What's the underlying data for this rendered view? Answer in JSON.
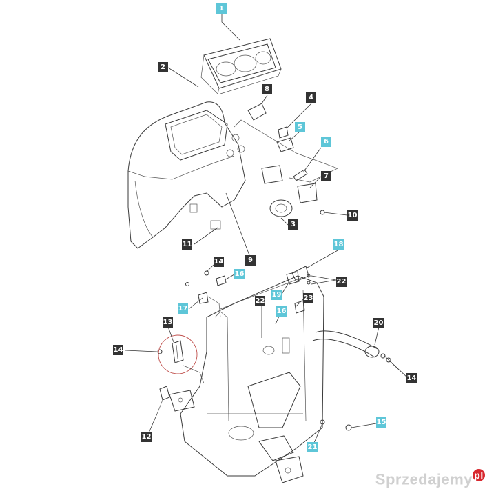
{
  "callouts": [
    {
      "id": "c1",
      "text": "1",
      "style": "cyan"
    },
    {
      "id": "c2",
      "text": "2",
      "style": "dark"
    },
    {
      "id": "c8",
      "text": "8",
      "style": "dark"
    },
    {
      "id": "c4",
      "text": "4",
      "style": "dark"
    },
    {
      "id": "c5",
      "text": "5",
      "style": "cyan"
    },
    {
      "id": "c6",
      "text": "6",
      "style": "cyan"
    },
    {
      "id": "c7",
      "text": "7",
      "style": "dark"
    },
    {
      "id": "c10",
      "text": "10",
      "style": "dark"
    },
    {
      "id": "c3",
      "text": "3",
      "style": "dark"
    },
    {
      "id": "c11",
      "text": "11",
      "style": "dark"
    },
    {
      "id": "c9",
      "text": "9",
      "style": "dark"
    },
    {
      "id": "c14a",
      "text": "14",
      "style": "dark"
    },
    {
      "id": "c16a",
      "text": "16",
      "style": "cyan"
    },
    {
      "id": "c18",
      "text": "18",
      "style": "cyan"
    },
    {
      "id": "c22a",
      "text": "22",
      "style": "dark"
    },
    {
      "id": "c19",
      "text": "19",
      "style": "cyan"
    },
    {
      "id": "c23",
      "text": "23",
      "style": "dark"
    },
    {
      "id": "c22b",
      "text": "22",
      "style": "dark"
    },
    {
      "id": "c16b",
      "text": "16",
      "style": "cyan"
    },
    {
      "id": "c17",
      "text": "17",
      "style": "cyan"
    },
    {
      "id": "c13",
      "text": "13",
      "style": "dark"
    },
    {
      "id": "c20",
      "text": "20",
      "style": "dark"
    },
    {
      "id": "c14b",
      "text": "14",
      "style": "dark"
    },
    {
      "id": "c14c",
      "text": "14",
      "style": "dark"
    },
    {
      "id": "c15",
      "text": "15",
      "style": "cyan"
    },
    {
      "id": "c12",
      "text": "12",
      "style": "dark"
    },
    {
      "id": "c21",
      "text": "21",
      "style": "cyan"
    }
  ],
  "watermark": {
    "text": "Sprzedajemy",
    "suffix": "pl"
  }
}
